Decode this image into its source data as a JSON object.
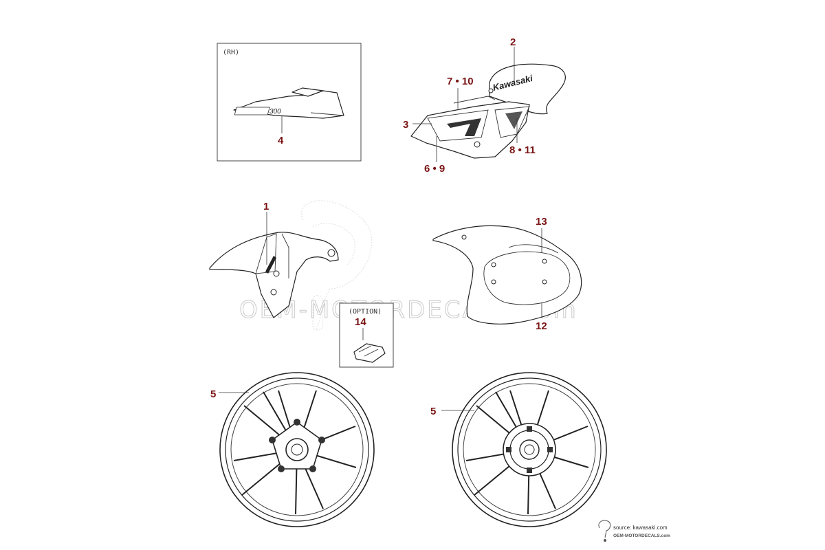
{
  "boxes": {
    "rh_label": "(RH)",
    "option_label": "(OPTION)"
  },
  "callouts": {
    "c1": "1",
    "c2": "2",
    "c3": "3",
    "c4": "4",
    "c5a": "5",
    "c5b": "5",
    "c6_9": "6 • 9",
    "c7_10": "7 • 10",
    "c8_11": "8 • 11",
    "c12": "12",
    "c13": "13",
    "c14": "14"
  },
  "decals": {
    "brand_text": "Kawasaki",
    "model_text": "300"
  },
  "watermark": {
    "text": "OEM-MOTORDECALS.com"
  },
  "source": {
    "line1": "source: kawasaki.com",
    "line2": "OEM-MOTORDECALS.com"
  }
}
